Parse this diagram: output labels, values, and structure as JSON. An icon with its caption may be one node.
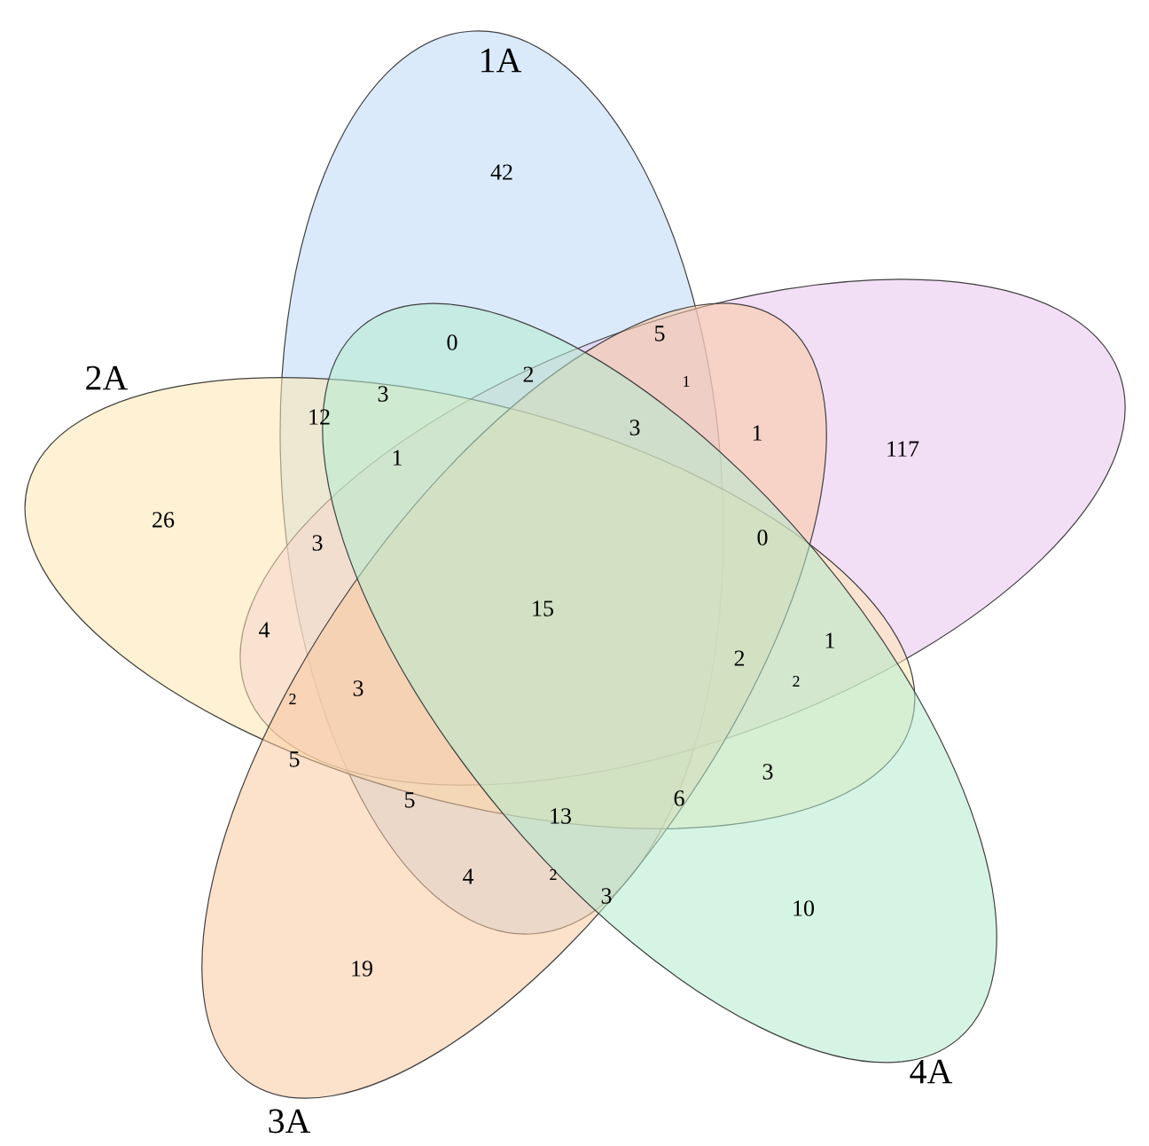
{
  "diagram": {
    "nodes": [
      {
        "text": [
          "1A"
        ]
      },
      {
        "text": [],
        "shape": "ellipse"
      },
      {
        "text": [
          "2A"
        ]
      },
      {
        "text": [
          "3A"
        ]
      },
      {
        "text": [
          "4A"
        ]
      }
    ],
    "labels": [
      "42",
      "5",
      "0",
      "2",
      "1",
      "3",
      "12",
      "3",
      "1",
      "1",
      "117",
      "26",
      "0",
      "3",
      "15",
      "4",
      "1",
      "2",
      "3",
      "2",
      "2",
      "5",
      "3",
      "5",
      "6",
      "13",
      "4",
      "2",
      "3",
      "10",
      "19"
    ]
  }
}
